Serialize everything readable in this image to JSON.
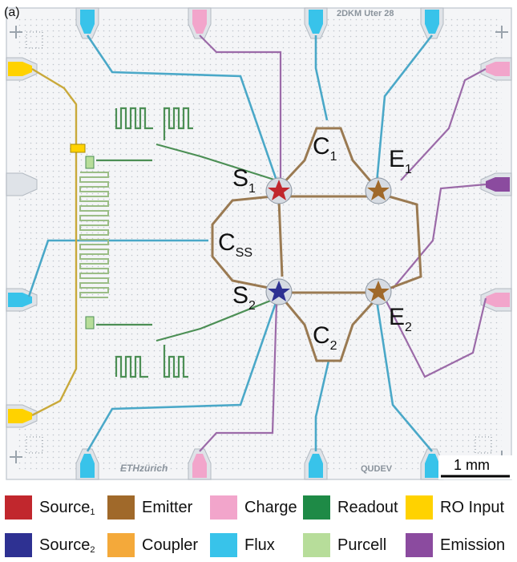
{
  "figure": {
    "panel_label": "(a)",
    "chip_label": "2DKM Uter 28",
    "logo_left": "ETHzürich",
    "logo_right": "QUDEV",
    "scale_bar": "1 mm"
  },
  "qubit_labels": {
    "s1_main": "S",
    "s1_sub": "1",
    "s2_main": "S",
    "s2_sub": "2",
    "e1_main": "E",
    "e1_sub": "1",
    "e2_main": "E",
    "e2_sub": "2",
    "c1_main": "C",
    "c1_sub": "1",
    "c2_main": "C",
    "c2_sub": "2",
    "css_main": "C",
    "css_sub": "SS"
  },
  "legend": [
    {
      "label": "Source",
      "sub": "1",
      "color": "#c1272d"
    },
    {
      "label": "Emitter",
      "sub": "",
      "color": "#a0692a"
    },
    {
      "label": "Charge",
      "sub": "",
      "color": "#f2a5cb"
    },
    {
      "label": "Readout",
      "sub": "",
      "color": "#1e8a46"
    },
    {
      "label": "RO Input",
      "sub": "",
      "color": "#ffd200"
    },
    {
      "label": "Source",
      "sub": "2",
      "color": "#2e3192"
    },
    {
      "label": "Coupler",
      "sub": "",
      "color": "#f4a93a"
    },
    {
      "label": "Flux",
      "sub": "",
      "color": "#38c3ea"
    },
    {
      "label": "Purcell",
      "sub": "",
      "color": "#b7dd9a"
    },
    {
      "label": "Emission",
      "sub": "",
      "color": "#8b4b9f"
    }
  ]
}
